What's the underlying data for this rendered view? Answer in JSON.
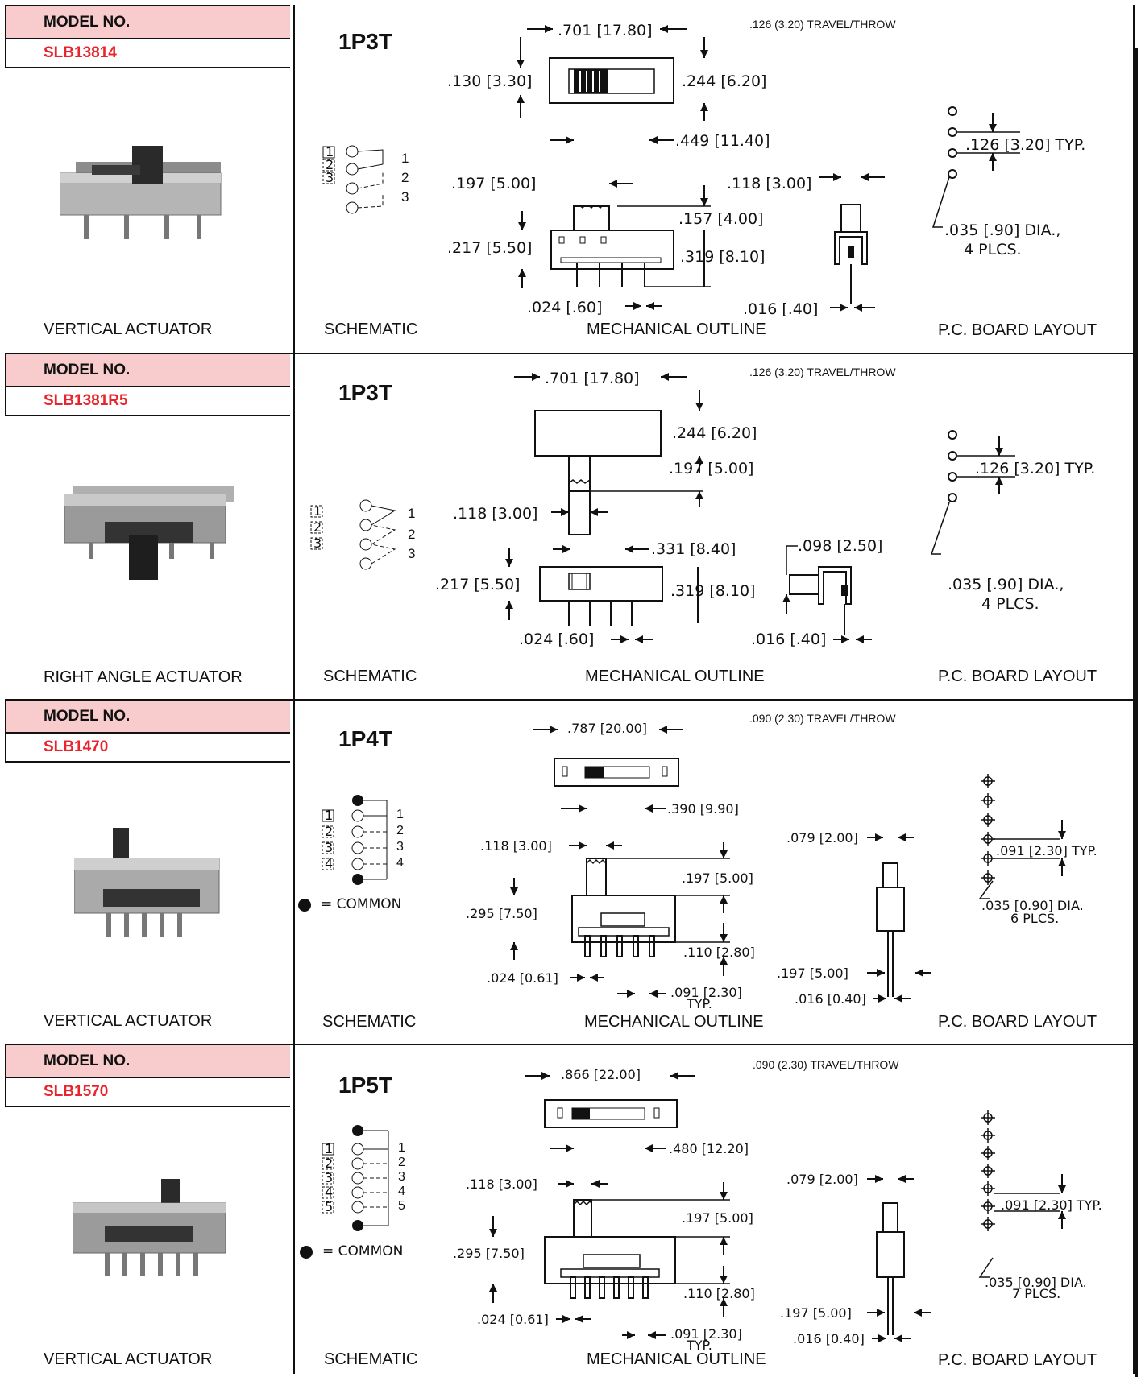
{
  "sections": [
    {
      "model_label": "MODEL NO.",
      "model_no": "SLB13814",
      "actuator": "VERTICAL ACTUATOR",
      "pole": "1P3T",
      "travel": ".126 (3.20) TRAVEL/THROW",
      "schematic_label": "SCHEMATIC",
      "outline_label": "MECHANICAL OUTLINE",
      "pcb_label": "P.C. BOARD LAYOUT",
      "dims": {
        "d1": ".701 [17.80]",
        "d2": ".130 [3.30]",
        "d3": ".244 [6.20]",
        "d4": ".449 [11.40]",
        "d5": ".197 [5.00]",
        "d6": ".118 [3.00]",
        "d7": ".157 [4.00]",
        "d8": ".217 [5.50]",
        "d9": ".319 [8.10]",
        "d10": ".024 [.60]",
        "d11": ".016 [.40]",
        "p1": ".126 [3.20] TYP.",
        "p2": ".035 [.90] DIA.,",
        "p3": "4 PLCS."
      },
      "schematic": {
        "nums": [
          "1",
          "2",
          "3"
        ]
      }
    },
    {
      "model_label": "MODEL NO.",
      "model_no": "SLB1381R5",
      "actuator": "RIGHT ANGLE ACTUATOR",
      "pole": "1P3T",
      "travel": ".126 (3.20) TRAVEL/THROW",
      "schematic_label": "SCHEMATIC",
      "outline_label": "MECHANICAL OUTLINE",
      "pcb_label": "P.C. BOARD LAYOUT",
      "dims": {
        "d1": ".701 [17.80]",
        "d2": ".244 [6.20]",
        "d3": ".197 [5.00]",
        "d4": ".118 [3.00]",
        "d5": ".331 [8.40]",
        "d6": ".098 [2.50]",
        "d7": ".217 [5.50]",
        "d8": ".319 [8.10]",
        "d9": ".024 [.60]",
        "d10": ".016 [.40]",
        "p1": ".126 [3.20] TYP.",
        "p2": ".035 [.90] DIA.,",
        "p3": "4 PLCS."
      },
      "schematic": {
        "nums": [
          "1",
          "2",
          "3"
        ]
      }
    },
    {
      "model_label": "MODEL NO.",
      "model_no": "SLB1470",
      "actuator": "VERTICAL ACTUATOR",
      "pole": "1P4T",
      "travel": ".090 (2.30) TRAVEL/THROW",
      "schematic_label": "SCHEMATIC",
      "outline_label": "MECHANICAL OUTLINE",
      "pcb_label": "P.C. BOARD LAYOUT",
      "common": "= COMMON",
      "dims": {
        "d1": ".787 [20.00]",
        "d2": ".390 [9.90]",
        "d3": ".118 [3.00]",
        "d4": ".079 [2.00]",
        "d5": ".197 [5.00]",
        "d6": ".295 [7.50]",
        "d7": ".110 [2.80]",
        "d8": ".024 [0.61]",
        "d9": ".091 [2.30]",
        "d9b": "TYP.",
        "d10": ".197 [5.00]",
        "d11": ".016 [0.40]",
        "p1": ".091 [2.30] TYP.",
        "p2": ".035 [0.90] DIA.",
        "p3": "6 PLCS."
      },
      "schematic": {
        "nums": [
          "1",
          "2",
          "3",
          "4"
        ]
      }
    },
    {
      "model_label": "MODEL NO.",
      "model_no": "SLB1570",
      "actuator": "VERTICAL ACTUATOR",
      "pole": "1P5T",
      "travel": ".090 (2.30) TRAVEL/THROW",
      "schematic_label": "SCHEMATIC",
      "outline_label": "MECHANICAL OUTLINE",
      "pcb_label": "P.C. BOARD LAYOUT",
      "common": "= COMMON",
      "dims": {
        "d1": ".866 [22.00]",
        "d2": ".480 [12.20]",
        "d3": ".118 [3.00]",
        "d4": ".079 [2.00]",
        "d5": ".197 [5.00]",
        "d6": ".295 [7.50]",
        "d7": ".110 [2.80]",
        "d8": ".024 [0.61]",
        "d9": ".091 [2.30]",
        "d9b": "TYP.",
        "d10": ".197 [5.00]",
        "d11": ".016 [0.40]",
        "p1": ".091 [2.30] TYP.",
        "p2": ".035 [0.90] DIA.",
        "p3": "7 PLCS."
      },
      "schematic": {
        "nums": [
          "1",
          "2",
          "3",
          "4",
          "5"
        ]
      }
    }
  ]
}
